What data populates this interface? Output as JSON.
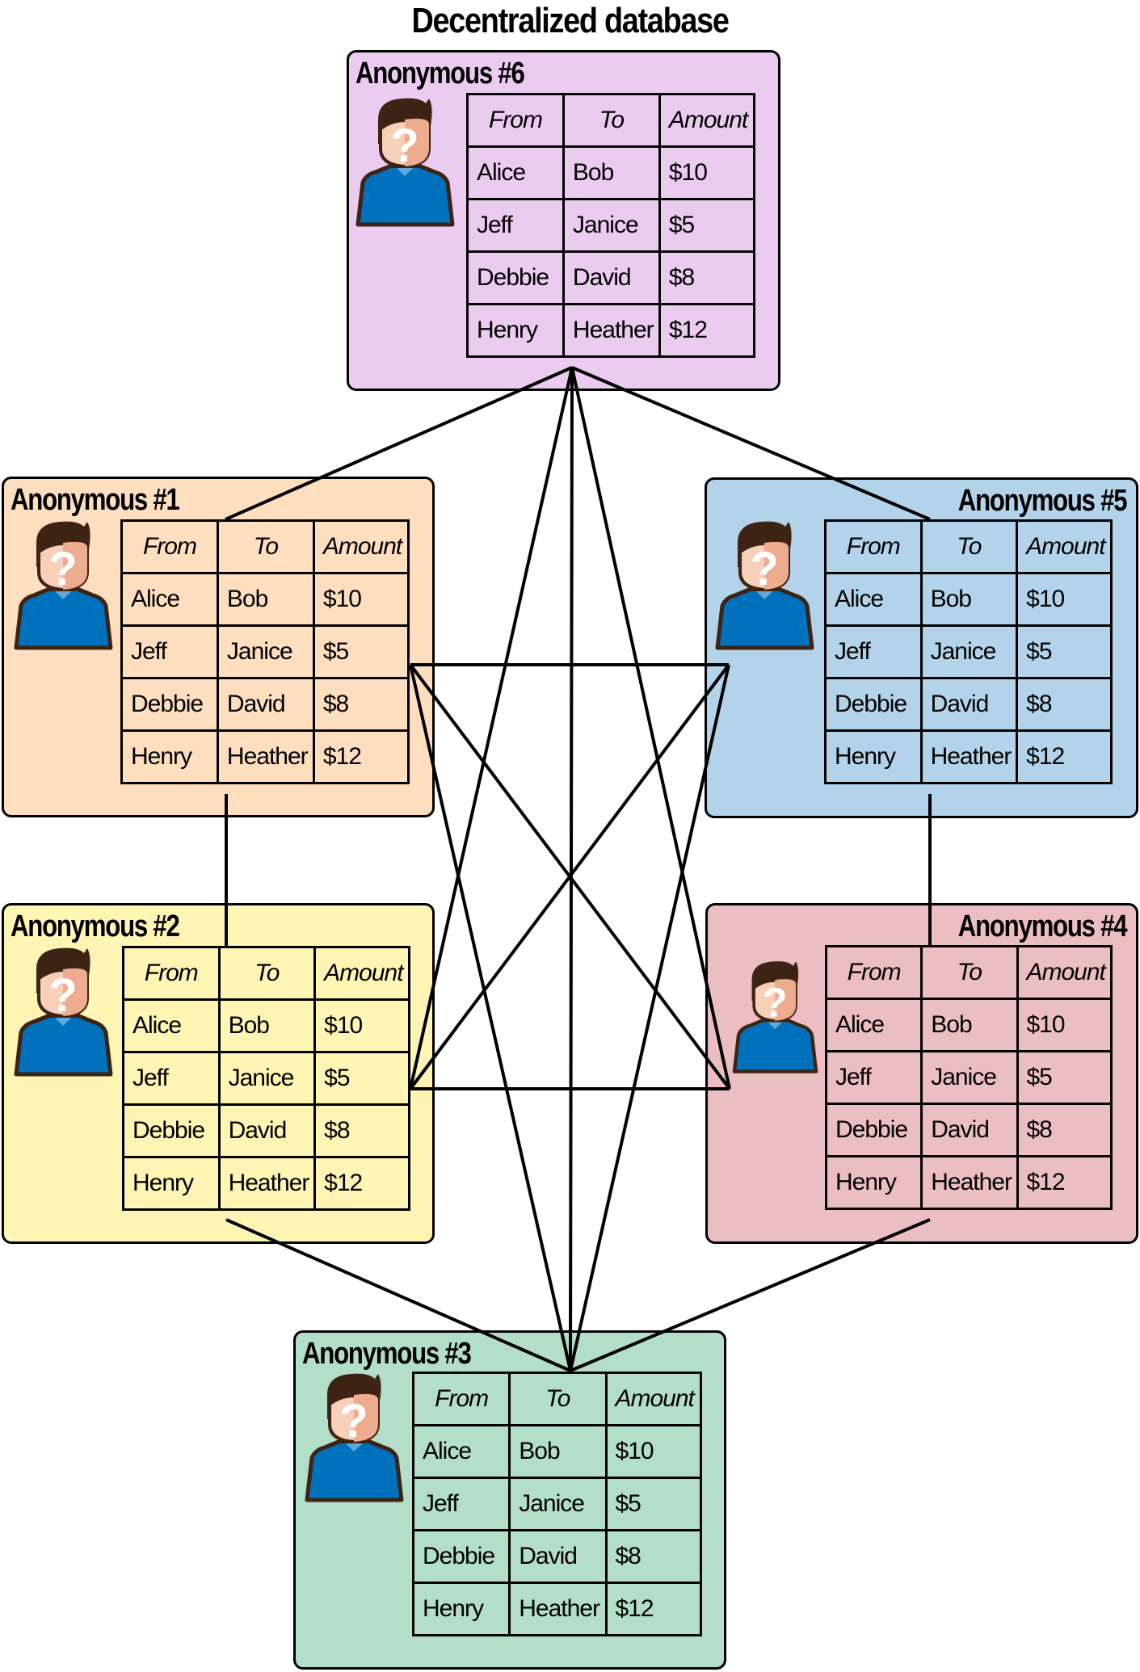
{
  "title": "Decentralized database",
  "colors": {
    "node_1": "#FDDFBF",
    "node_2": "#FEF4B4",
    "node_3": "#B3DEC8",
    "node_4": "#EBBEC1",
    "node_5": "#B3D3EA",
    "node_6": "#ECCBF1",
    "shirt": "#0071BC",
    "collar": "#5FA8D8",
    "hair": "#3D2314",
    "skin_light": "#F8CFB8",
    "skin_dark": "#EEAC8E",
    "line": "#000000"
  },
  "table": {
    "headers": [
      "From",
      "To",
      "Amount"
    ],
    "rows": [
      [
        "Alice",
        "Bob",
        "$10"
      ],
      [
        "Jeff",
        "Janice",
        "$5"
      ],
      [
        "Debbie",
        "David",
        "$8"
      ],
      [
        "Henry",
        "Heather",
        "$12"
      ]
    ]
  },
  "nodes": [
    {
      "id": "node-6",
      "label": "Anonymous #6",
      "icon": "anonymous-user-icon"
    },
    {
      "id": "node-1",
      "label": "Anonymous #1",
      "icon": "anonymous-user-icon"
    },
    {
      "id": "node-5",
      "label": "Anonymous #5",
      "icon": "anonymous-user-icon"
    },
    {
      "id": "node-2",
      "label": "Anonymous #2",
      "icon": "anonymous-user-icon"
    },
    {
      "id": "node-4",
      "label": "Anonymous #4",
      "icon": "anonymous-user-icon"
    },
    {
      "id": "node-3",
      "label": "Anonymous #3",
      "icon": "anonymous-user-icon"
    }
  ],
  "connections": [
    [
      "node-6",
      "node-1"
    ],
    [
      "node-6",
      "node-5"
    ],
    [
      "node-6",
      "node-3"
    ],
    [
      "node-6",
      "node-2"
    ],
    [
      "node-6",
      "node-4"
    ],
    [
      "node-1",
      "node-5"
    ],
    [
      "node-1",
      "node-4"
    ],
    [
      "node-1",
      "node-3"
    ],
    [
      "node-5",
      "node-2"
    ],
    [
      "node-5",
      "node-3"
    ],
    [
      "node-1",
      "node-2"
    ],
    [
      "node-5",
      "node-4"
    ],
    [
      "node-2",
      "node-4"
    ],
    [
      "node-2",
      "node-3"
    ],
    [
      "node-4",
      "node-3"
    ]
  ]
}
